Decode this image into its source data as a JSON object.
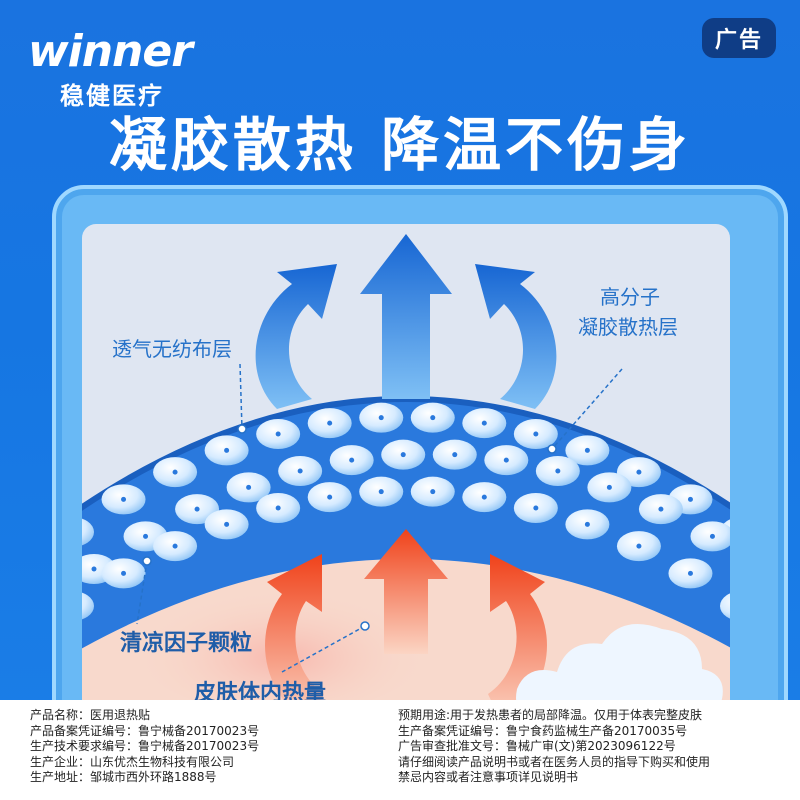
{
  "brand": {
    "logo_text": "winner",
    "chinese_name": "稳健医疗"
  },
  "ad_badge": "广告",
  "headline": "凝胶散热 降温不伤身",
  "diagram": {
    "label_nonwoven": "透气无纺布层",
    "label_gel_line1": "高分子",
    "label_gel_line2": "凝胶散热层",
    "label_cooling": "清凉因子颗粒",
    "label_heat": "皮肤体内热量",
    "colors": {
      "blue_arrow": "#1f74d8",
      "red_arrow": "#f04a1f",
      "skin": "#f8d9cc",
      "gel": "#2a79dd"
    }
  },
  "footer": {
    "left": [
      "产品名称：医用退热贴",
      "产品备案凭证编号：鲁宁械备20170023号",
      "生产技术要求编号：鲁宁械备20170023号",
      "生产企业：山东优杰生物科技有限公司",
      "生产地址：邹城市西外环路1888号"
    ],
    "right": [
      "预期用途:用于发热患者的局部降温。仅用于体表完整皮肤",
      "生产备案凭证编号：鲁宁食药监械生产备20170035号",
      "广告审查批准文号：鲁械广审(文)第2023096122号",
      "请仔细阅读产品说明书或者在医务人员的指导下购买和使用",
      "禁忌内容或者注意事项详见说明书"
    ]
  }
}
